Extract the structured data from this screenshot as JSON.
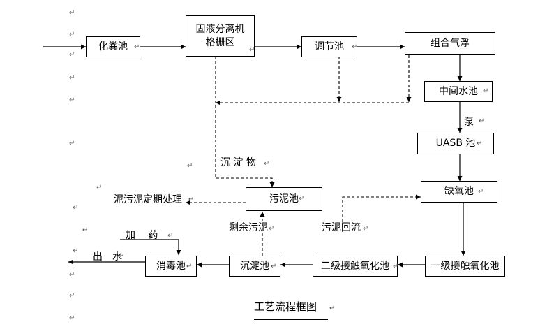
{
  "nodes": {
    "septic_tank": "化粪池",
    "separator_line1": "固液分离机",
    "separator_line2": "格栅区",
    "regulating_tank": "调节池",
    "air_flotation": "组合气浮",
    "intermediate_tank": "中间水池",
    "uasb": "UASB 池",
    "anoxic_tank": "缺氧池",
    "sludge_tank": "污泥池",
    "contact_oxidation_1": "一级接触氧化池",
    "contact_oxidation_2": "二级接触氧化池",
    "sedimentation_tank": "沉淀池",
    "disinfection_tank": "消毒池"
  },
  "labels": {
    "pump": "泵",
    "sediment": "沉 淀 物",
    "sludge_disposal": "泥污泥定期处理",
    "excess_sludge": "剩余污泥",
    "sludge_return": "污泥回流",
    "dosing": "加　 药",
    "outlet": "出　水"
  },
  "title": "工艺流程框图",
  "para_mark": "↵"
}
